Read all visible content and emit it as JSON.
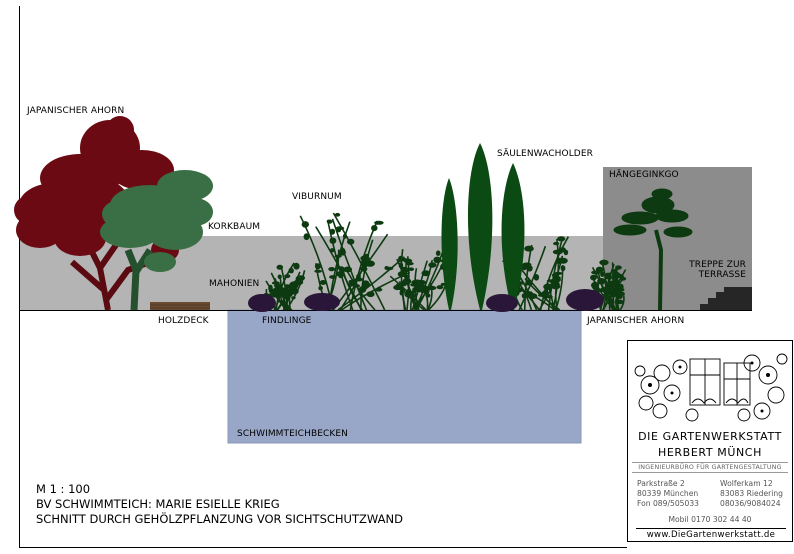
{
  "labels": {
    "japanischer_ahorn_left": "JAPANISCHER AHORN",
    "korkbaum": "KORKBAUM",
    "viburnum": "VIBURNUM",
    "saeulenwacholder": "SÄULENWACHOLDER",
    "haengeginkgo": "HÄNGEGINKGO",
    "mahonien": "MAHONIEN",
    "treppe": "TREPPE ZUR TERRASSE",
    "holzdeck": "HOLZDECK",
    "findlinge": "FINDLINGE",
    "japanischer_ahorn_right": "JAPANISCHER AHORN",
    "schwimmteichbecken": "SCHWIMMTEICHBECKEN"
  },
  "notes": {
    "scale": "M 1 : 100",
    "project": "BV SCHWIMMTEICH: MARIE ESIELLE KRIEG",
    "description": "SCHNITT DURCH GEHÖLZPFLANZUNG VOR SICHTSCHUTZWAND"
  },
  "company": {
    "name_line1": "DIE GARTENWERKSTATT",
    "name_line2": "HERBERT MÜNCH",
    "tagline": "INGENIEURBÜRO FÜR GARTENGESTALTUNG",
    "address1": [
      "Parkstraße 2",
      "80339 München",
      "Fon 089/505033"
    ],
    "address2": [
      "Wolferkam 12",
      "83083 Riedering",
      "08036/9084024"
    ],
    "mobile": "Mobil 0170 302 44 40",
    "website": "www.DieGartenwerkstatt.de"
  },
  "colors": {
    "wall": "#b4b4b4",
    "ginkgo_panel": "#8c8c8c",
    "pond": "#98a7c8",
    "maple": "#6b0a12",
    "green_tree": "#3a6e44",
    "conifer": "#0b4a12",
    "shrub": "#0d3a10",
    "boulder": "#2a1638",
    "stairs": "#262626",
    "deck": "#6a4a30"
  }
}
